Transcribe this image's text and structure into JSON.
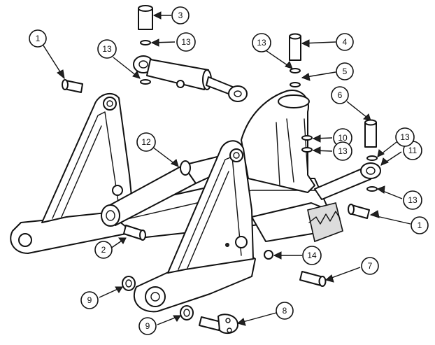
{
  "callouts": {
    "c1a": "1",
    "c1b": "1",
    "c2": "2",
    "c3": "3",
    "c4": "4",
    "c5": "5",
    "c6": "6",
    "c7": "7",
    "c8": "8",
    "c9a": "9",
    "c9b": "9",
    "c10": "10",
    "c11": "11",
    "c12": "12",
    "c13a": "13",
    "c13b": "13",
    "c13c": "13",
    "c13d": "13",
    "c13e": "13",
    "c13f": "13",
    "c14": "14"
  },
  "colors": {
    "line": "#111111",
    "background": "#ffffff",
    "shade": "#dcdcdc"
  }
}
